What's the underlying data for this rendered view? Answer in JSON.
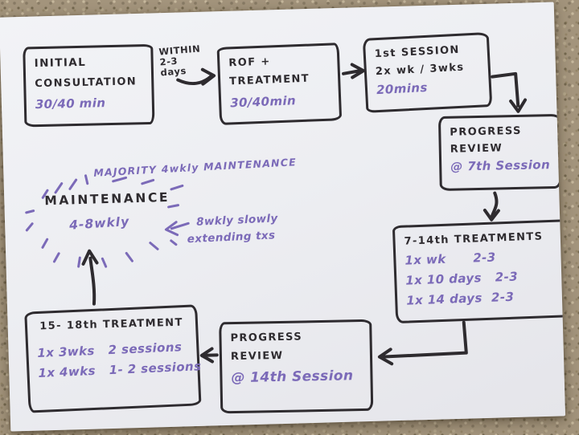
{
  "palette": {
    "ink": "#2e2b2f",
    "marker_purple": "#7b6ab8",
    "paper": "#edeef2",
    "carpet": "#a3947c"
  },
  "diagram": {
    "boxes": {
      "initial": {
        "line1": "INITIAL",
        "line2": "CONSULTATION",
        "note": "30/40 min"
      },
      "rof": {
        "line1": "ROF +",
        "line2": "TREATMENT",
        "note": "30/40min"
      },
      "session1": {
        "line1": "1st SESSION",
        "line2": "2x wk / 3wks",
        "note": "20mins"
      },
      "review7": {
        "line1": "PROGRESS",
        "line2": "REVIEW",
        "note": "@ 7th Session"
      },
      "treat714": {
        "title": "7-14th TREATMENTS",
        "rows": [
          "1x wk      2-3",
          "1x 10 days   2-3",
          "1x 14 days  2-3"
        ]
      },
      "review14": {
        "line1": "PROGRESS",
        "line2": "REVIEW",
        "note": "@ 14th Session"
      },
      "treat1518": {
        "title": "15- 18th TREATMENT",
        "rows": [
          "1x 3wks   2 sessions",
          "1x 4wks   1- 2 sessions"
        ]
      }
    },
    "labels": {
      "within": "WITHIN\n2-3\ndays",
      "majority": "MAJORITY 4wkly MAINTENANCE",
      "maintenance": "MAINTENANCE",
      "interval": "4-8wkly",
      "extending1": "8wkly slowly",
      "extending2": "extending txs"
    }
  }
}
